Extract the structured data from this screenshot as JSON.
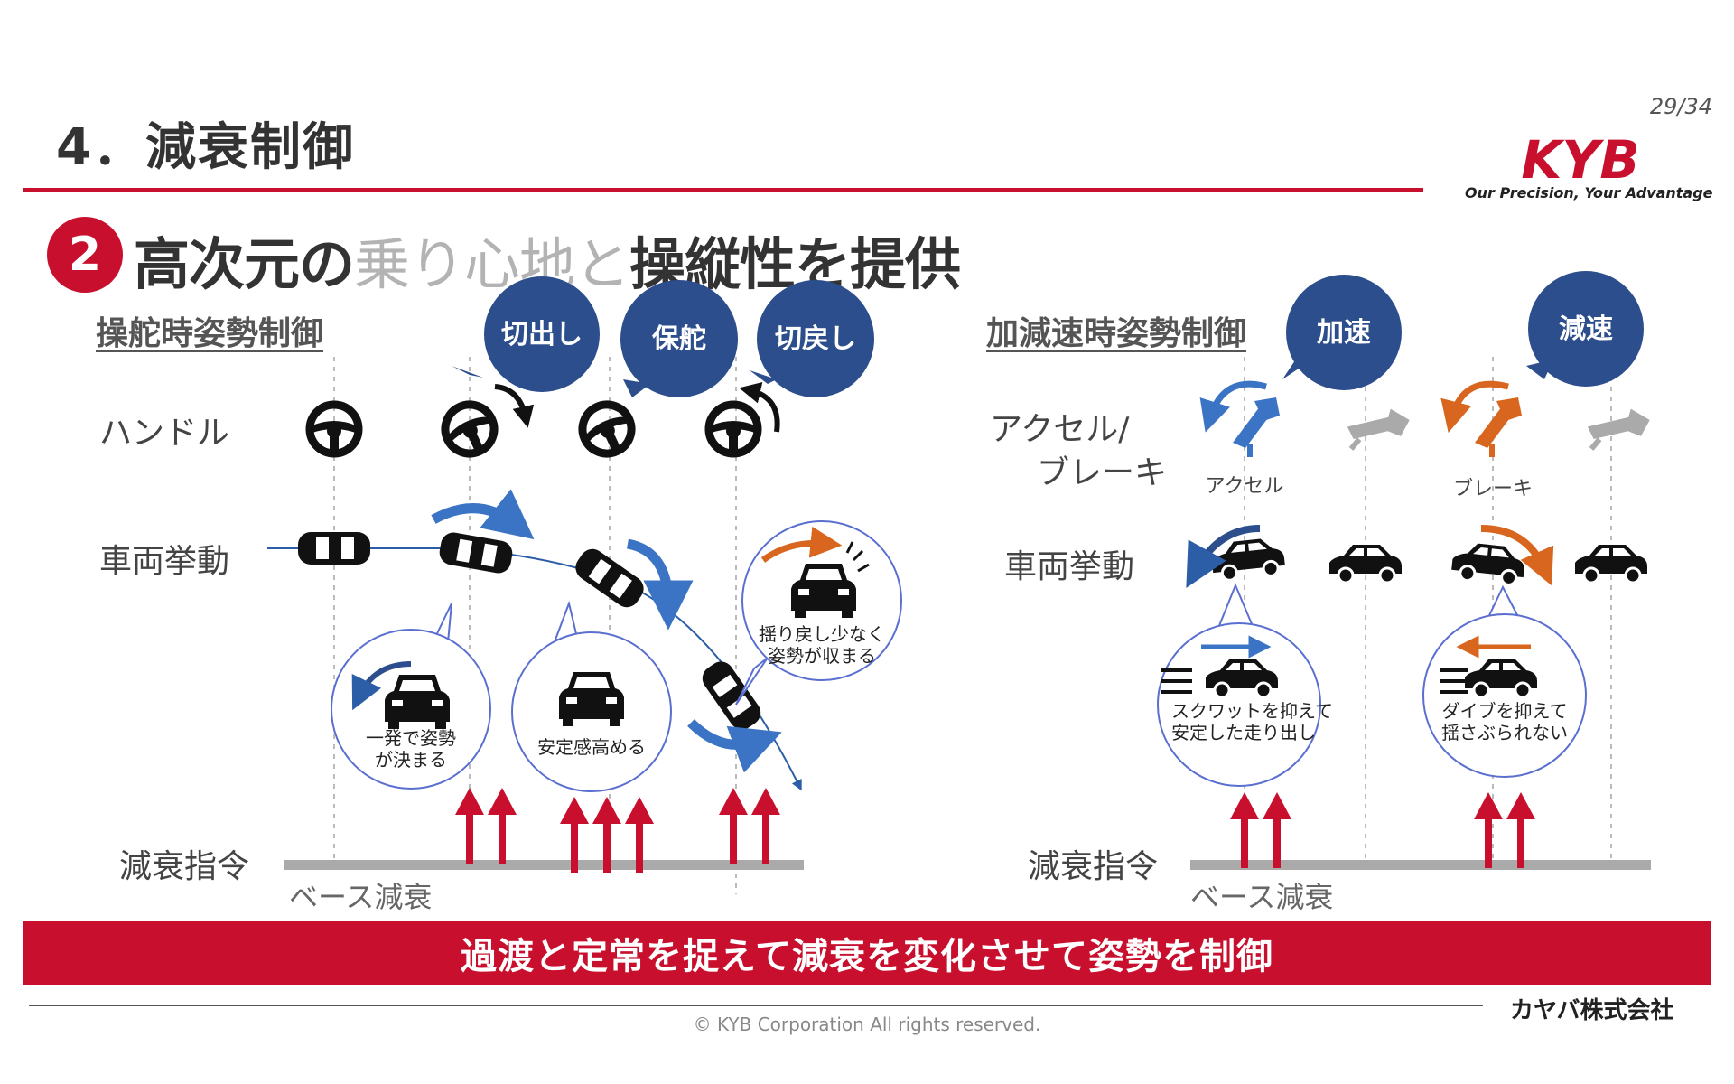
{
  "header": {
    "section_title": "4．減衰制御",
    "page_number": "29/34",
    "logo_text": "KYB",
    "tagline": "Our Precision, Your Advantage"
  },
  "headline": {
    "badge": "2",
    "part1": "高次元の",
    "part2": "乗り心地と",
    "part3": "操縦性",
    "part4": "を提供"
  },
  "left_panel": {
    "title": "操舵時姿勢制御",
    "row_handle": "ハンドル",
    "row_vehicle": "車両挙動",
    "row_command": "減衰指令",
    "base_label": "ベース減衰",
    "phases": [
      "切出し",
      "保舵",
      "切戻し"
    ],
    "notes": {
      "n1_line1": "一発で姿勢",
      "n1_line2": "が決まる",
      "n2": "安定感高める",
      "n3_line1": "揺り戻し少なく",
      "n3_line2": "姿勢が収まる"
    }
  },
  "right_panel": {
    "title": "加減速時姿勢制御",
    "row_pedal_line1": "アクセル/",
    "row_pedal_line2": "ブレーキ",
    "row_vehicle": "車両挙動",
    "row_command": "減衰指令",
    "base_label": "ベース減衰",
    "phases": [
      "加速",
      "減速"
    ],
    "pedal_labels": [
      "アクセル",
      "ブレーキ"
    ],
    "notes": {
      "n1_line1": "スクワットを抑えて",
      "n1_line2": "安定した走り出し",
      "n2_line1": "ダイブを抑えて",
      "n2_line2": "揺さぶられない"
    }
  },
  "banner": "過渡と定常を捉えて減衰を変化させて姿勢を制御",
  "footer": {
    "company": "カヤバ株式会社",
    "copyright": "© KYB Corporation All rights reserved."
  },
  "colors": {
    "red": "#c8102e",
    "navy": "#2c4e8c",
    "blue": "#3b74c4",
    "orange": "#d8661e",
    "gray": "#aaaaaa"
  },
  "icons": {
    "wheel": "steering-wheel-icon",
    "car": "car-icon",
    "pedal": "pedal-icon",
    "arrow": "arrow-up-icon"
  }
}
